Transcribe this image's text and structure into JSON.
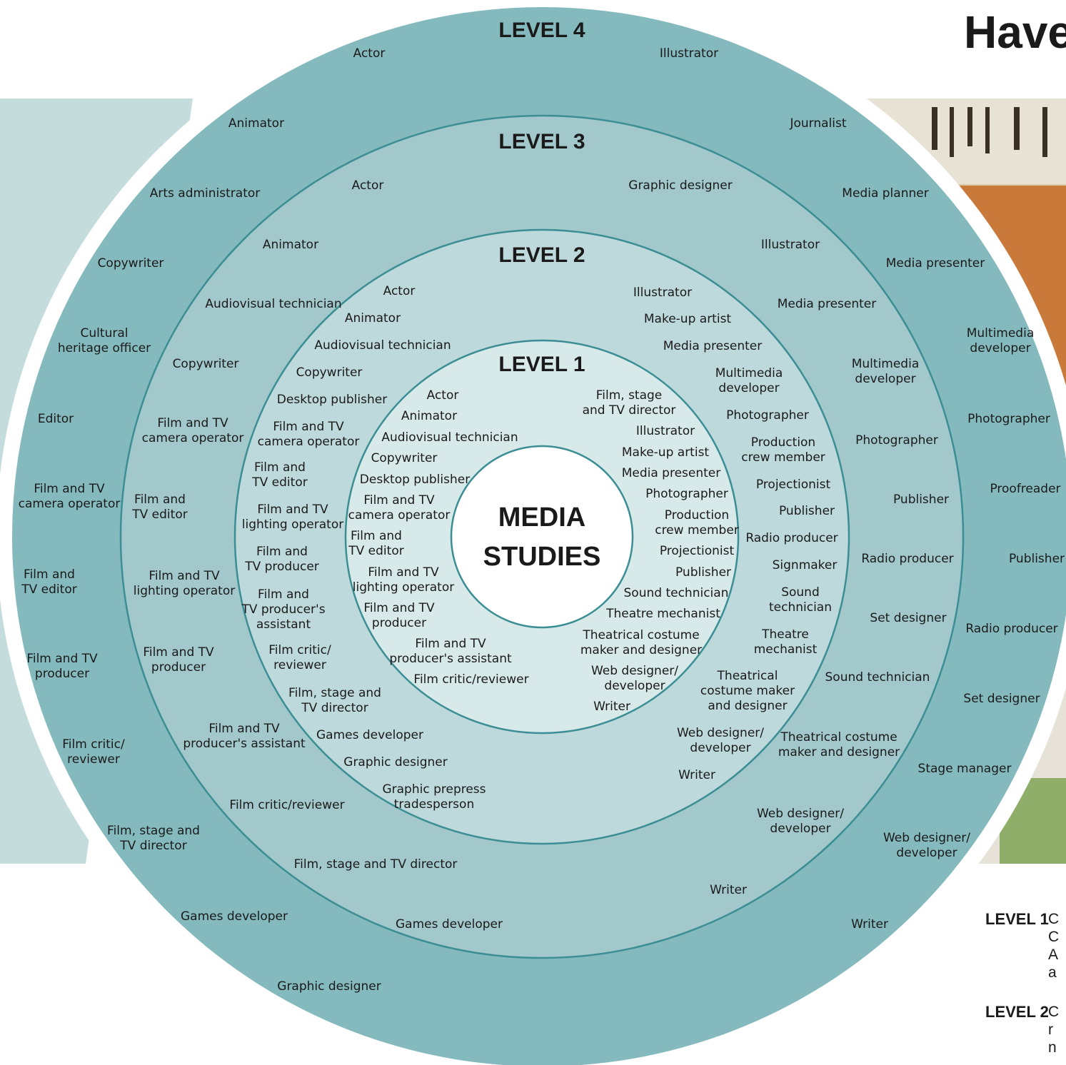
{
  "heading": "Have",
  "center": {
    "line1": "MEDIA",
    "line2": "STUDIES"
  },
  "colors": {
    "level4": "#84b9bd",
    "level3": "#a2c8cb",
    "level2": "#bed9db",
    "level1": "#d8e9ea",
    "center": "#ffffff",
    "ring_border": "#3c8e95",
    "side_band": "#c5dcdd",
    "text": "#1a1a1a"
  },
  "levels": [
    {
      "title": "LEVEL 4",
      "careers": [
        "Actor",
        "Illustrator",
        "Animator",
        "Journalist",
        "Arts administrator",
        "Media planner",
        "Copywriter",
        "Media presenter",
        "Cultural\nheritage officer",
        "Multimedia\ndeveloper",
        "Editor",
        "Photographer",
        "Film and TV\ncamera operator",
        "Proofreader",
        "Film and\nTV editor",
        "Publisher",
        "Film and TV\nproducer",
        "Radio producer",
        "Film critic/\nreviewer",
        "Set designer",
        "Film, stage and\nTV director",
        "Stage manager",
        "Games developer",
        "Web designer/\ndeveloper",
        "Graphic designer",
        "Writer"
      ]
    },
    {
      "title": "LEVEL 3",
      "careers": [
        "Actor",
        "Graphic designer",
        "Animator",
        "Illustrator",
        "Audiovisual technician",
        "Media presenter",
        "Copywriter",
        "Multimedia\ndeveloper",
        "Film and TV\ncamera operator",
        "Photographer",
        "Film and\nTV editor",
        "Publisher",
        "Film and TV\nlighting operator",
        "Radio producer",
        "Film and TV\nproducer",
        "Set designer",
        "Film and TV\nproducer's assistant",
        "Sound technician",
        "Film critic/reviewer",
        "Theatrical costume\nmaker and designer",
        "Film, stage and TV director",
        "Web designer/\ndeveloper",
        "Games developer",
        "Writer"
      ]
    },
    {
      "title": "LEVEL 2",
      "careers": [
        "Actor",
        "Illustrator",
        "Animator",
        "Make-up artist",
        "Audiovisual technician",
        "Media presenter",
        "Copywriter",
        "Multimedia\ndeveloper",
        "Desktop publisher",
        "Photographer",
        "Film and TV\ncamera operator",
        "Production\ncrew member",
        "Film and\nTV editor",
        "Projectionist",
        "Film and TV\nlighting operator",
        "Publisher",
        "Film and\nTV producer",
        "Radio producer",
        "Film and\nTV producer's\nassistant",
        "Signmaker",
        "Film critic/\nreviewer",
        "Sound\ntechnician",
        "Film, stage and\nTV director",
        "Theatre\nmechanist",
        "Games developer",
        "Theatrical\ncostume maker\nand designer",
        "Graphic designer",
        "Web designer/\ndeveloper",
        "Graphic prepress\ntradesperson",
        "Writer"
      ]
    },
    {
      "title": "LEVEL 1",
      "careers": [
        "Actor",
        "Film, stage\nand TV director",
        "Animator",
        "Illustrator",
        "Audiovisual technician",
        "Make-up artist",
        "Copywriter",
        "Media presenter",
        "Desktop publisher",
        "Photographer",
        "Film and TV\ncamera operator",
        "Production\ncrew member",
        "Film and\nTV editor",
        "Projectionist",
        "Film and TV\nlighting operator",
        "Publisher",
        "Film and TV\nproducer",
        "Sound technician",
        "Film and TV\nproducer's assistant",
        "Theatre mechanist",
        "Film critic/reviewer",
        "Theatrical costume\nmaker and designer",
        "Web designer/\ndeveloper",
        "Writer"
      ]
    }
  ],
  "legend": [
    {
      "key": "LEVEL 1",
      "lines": [
        "C",
        "C",
        "A",
        "a"
      ]
    },
    {
      "key": "LEVEL 2",
      "lines": [
        "C",
        "r",
        "n"
      ]
    }
  ]
}
